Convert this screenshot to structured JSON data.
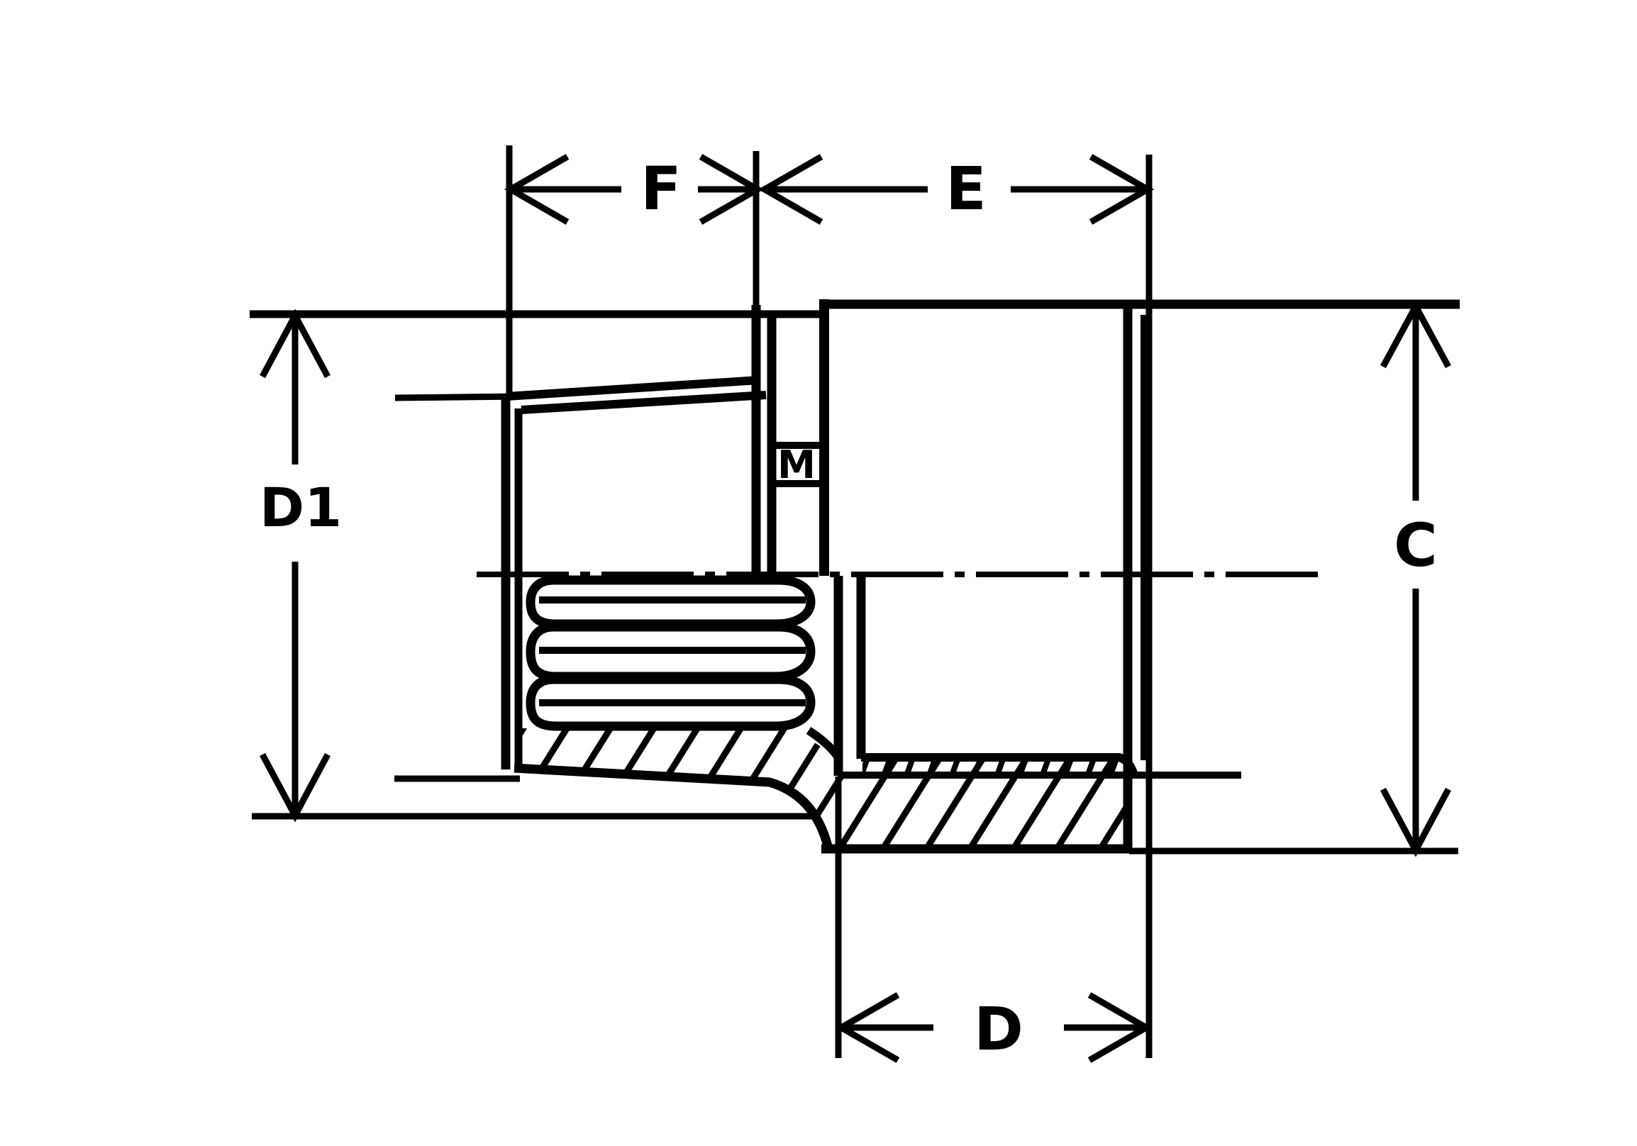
{
  "drawing": {
    "title": "Threaded reducing adapter cross-section diagram",
    "type": "technical-drawing",
    "view": "half-section side view",
    "colors": {
      "ink": "#000000",
      "background": "#ffffff"
    },
    "dimensions": {
      "f": {
        "label": "F",
        "role": "male-thread-length-horizontal"
      },
      "e": {
        "label": "E",
        "role": "body-length-horizontal"
      },
      "d1": {
        "label": "D1",
        "role": "left-end-diameter-vertical"
      },
      "c": {
        "label": "C",
        "role": "body-outside-diameter-vertical"
      },
      "d": {
        "label": "D",
        "role": "socket-depth-horizontal"
      },
      "m": {
        "label": "M",
        "role": "gap-between-thread-and-body"
      }
    }
  }
}
